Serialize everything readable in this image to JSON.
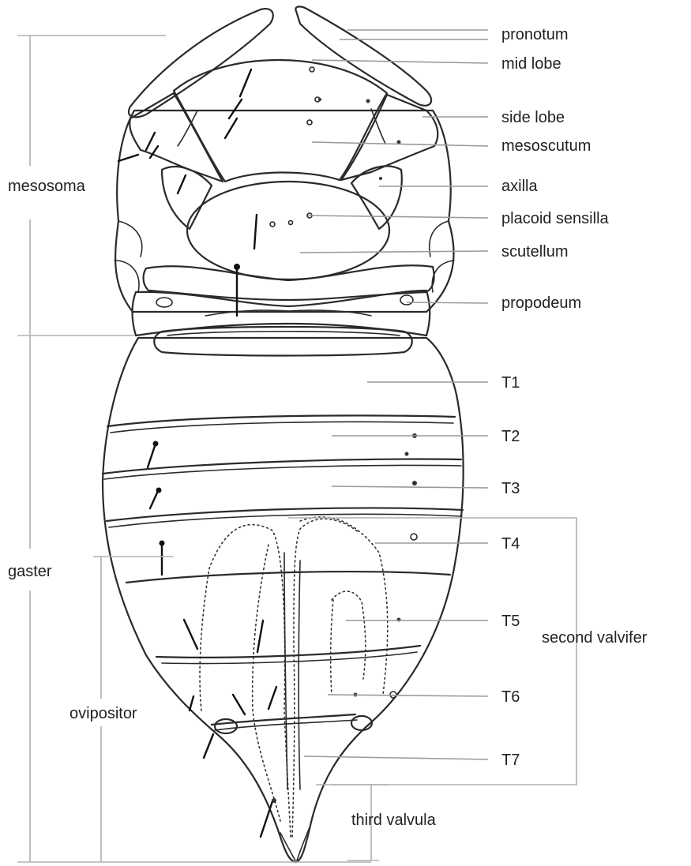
{
  "labels": {
    "pronotum": "pronotum",
    "mid_lobe": "mid lobe",
    "side_lobe": "side lobe",
    "mesoscutum": "mesoscutum",
    "axilla": "axilla",
    "placoid_sensilla": "placoid sensilla",
    "scutellum": "scutellum",
    "propodeum": "propodeum",
    "t1": "T1",
    "t2": "T2",
    "t3": "T3",
    "t4": "T4",
    "t5": "T5",
    "t6": "T6",
    "t7": "T7",
    "second_valvifer": "second valvifer",
    "third_valvula": "third valvula",
    "mesosoma": "mesosoma",
    "gaster": "gaster",
    "ovipositor": "ovipositor"
  },
  "colors": {
    "ink": "#2a2a2a",
    "leader_line": "#9a9a9a",
    "text": "#222222"
  }
}
